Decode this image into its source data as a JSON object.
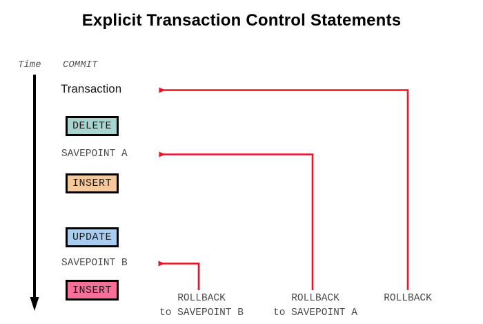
{
  "title": "Explicit Transaction Control Statements",
  "axis": {
    "time_label": "Time",
    "arrow_direction": "down"
  },
  "timeline": {
    "commit_label": "COMMIT",
    "transaction_label": "Transaction",
    "savepoint_a": "SAVEPOINT A",
    "savepoint_b": "SAVEPOINT B",
    "statements": [
      {
        "label": "DELETE",
        "color": "#a8d5d0"
      },
      {
        "label": "INSERT",
        "color": "#f5c99b"
      },
      {
        "label": "UPDATE",
        "color": "#a8cdf0"
      },
      {
        "label": "INSERT",
        "color": "#f5709a"
      }
    ]
  },
  "rollbacks": [
    {
      "line1": "ROLLBACK",
      "line2": "to SAVEPOINT B",
      "target": "SAVEPOINT B"
    },
    {
      "line1": "ROLLBACK",
      "line2": "to SAVEPOINT A",
      "target": "SAVEPOINT A"
    },
    {
      "line1": "ROLLBACK",
      "line2": "",
      "target": "Transaction"
    }
  ],
  "colors": {
    "arrow_red": "#ee1122",
    "axis_black": "#000000",
    "text_gray": "#4a4a4a",
    "background": "#ffffff"
  }
}
